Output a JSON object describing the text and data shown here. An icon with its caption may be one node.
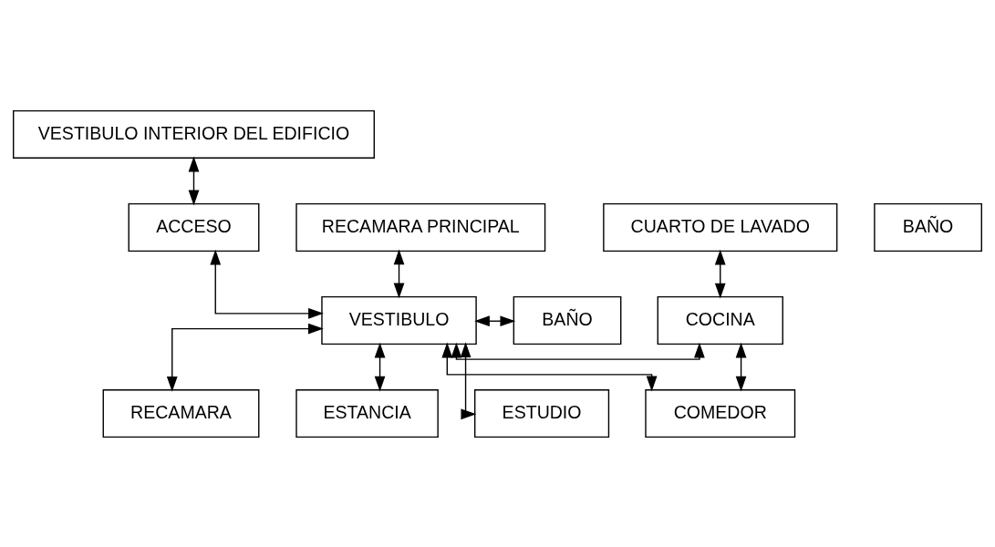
{
  "diagram": {
    "nodes": [
      {
        "text": [
          "VESTIBULO INTERIOR DEL EDIFICIO"
        ]
      },
      {
        "text": [
          "RECAMARA PRINCIPAL"
        ]
      },
      {
        "text": [
          "BAÑO"
        ]
      },
      {
        "text": [
          "CUARTO DE LAVADO"
        ]
      },
      {
        "text": [
          "ACCESO"
        ]
      },
      {
        "text": [
          "COCINA"
        ]
      },
      {
        "text": [
          "BAÑO"
        ]
      },
      {
        "text": [
          "VESTIBULO"
        ]
      },
      {
        "text": [
          "RECAMARA"
        ]
      },
      {
        "text": [
          "COMEDOR"
        ]
      },
      {
        "text": [
          "ESTANCIA"
        ]
      },
      {
        "text": [
          "ESTUDIO"
        ]
      }
    ],
    "edges": [
      {
        "from": 0,
        "to": 4,
        "arrow": "both"
      },
      {
        "from": 4,
        "to": 7,
        "arrow": "both"
      },
      {
        "from": 7,
        "to": 1,
        "arrow": "both"
      },
      {
        "from": 7,
        "to": 6,
        "arrow": "both"
      },
      {
        "from": 7,
        "to": 8,
        "arrow": "both"
      },
      {
        "from": 7,
        "to": 11,
        "arrow": "both"
      },
      {
        "from": 7,
        "to": 10,
        "arrow": "both"
      },
      {
        "from": 7,
        "to": 5,
        "arrow": "both"
      },
      {
        "from": 7,
        "to": 9,
        "arrow": "both"
      },
      {
        "from": 3,
        "to": 5,
        "arrow": "both"
      },
      {
        "from": 5,
        "to": 9,
        "arrow": "both"
      }
    ]
  }
}
